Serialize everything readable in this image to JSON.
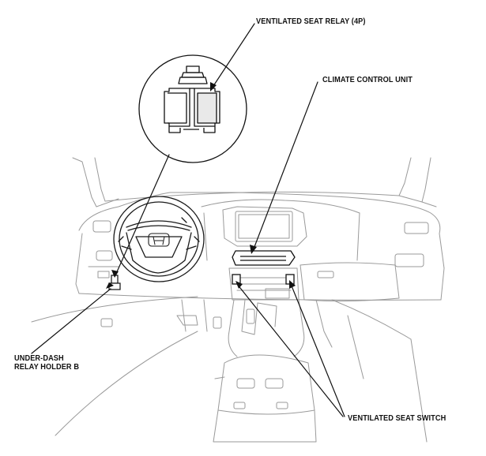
{
  "labels": {
    "ventilated_seat_relay": "VENTILATED SEAT RELAY (4P)",
    "climate_control_unit": "CLIMATE CONTROL UNIT",
    "under_dash_relay_holder_line1": "UNDER-DASH",
    "under_dash_relay_holder_line2": "RELAY HOLDER B",
    "ventilated_seat_switch": "VENTILATED SEAT SWITCH"
  },
  "colors": {
    "ink": "#111111",
    "faint_ink": "#9a9a9a",
    "background": "#ffffff"
  }
}
